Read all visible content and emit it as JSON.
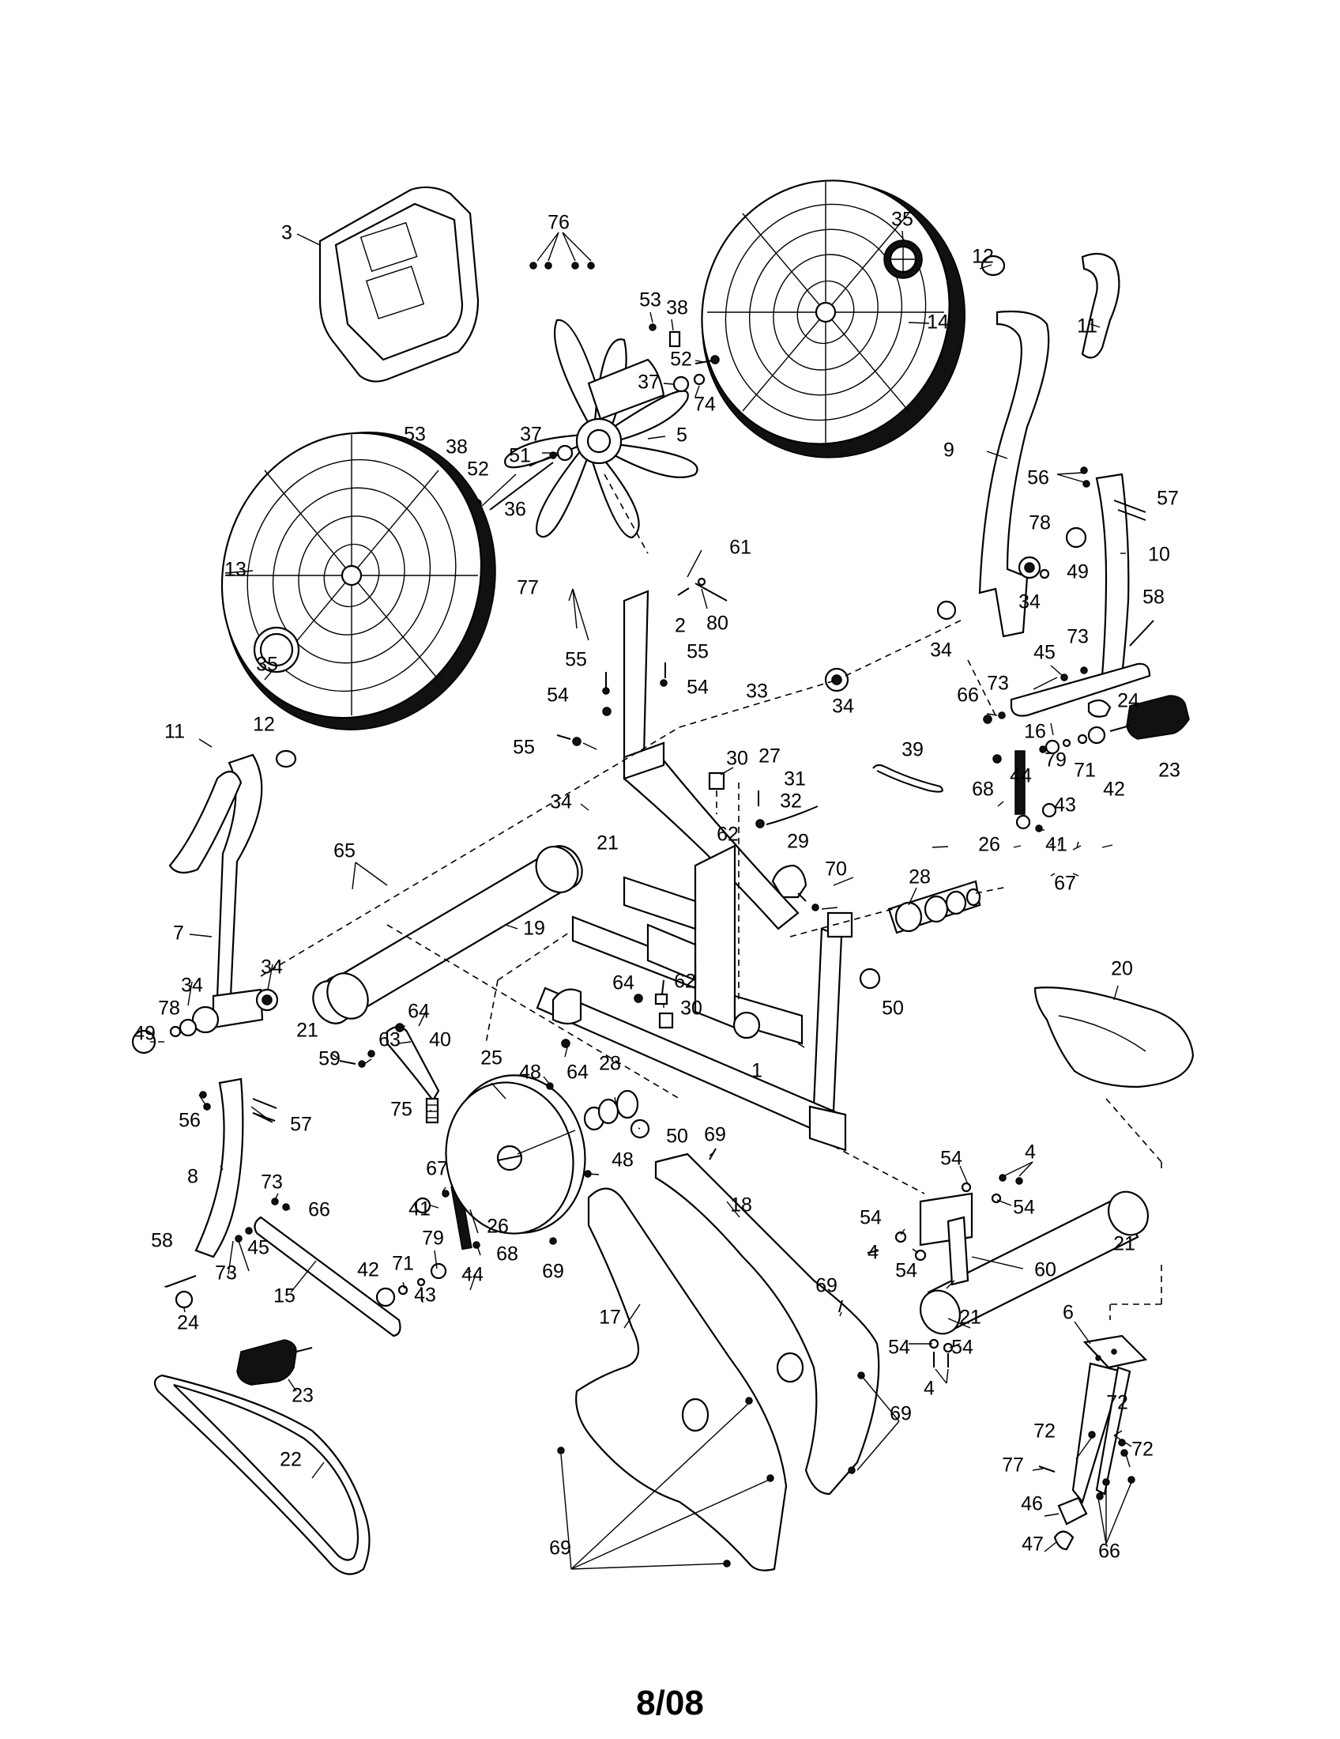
{
  "footer": {
    "date_code": "8/08"
  },
  "parts": [
    {
      "id": "p3",
      "label": "3"
    },
    {
      "id": "p76",
      "label": "76"
    },
    {
      "id": "p35a",
      "label": "35"
    },
    {
      "id": "p12a",
      "label": "12"
    },
    {
      "id": "p11a",
      "label": "11"
    },
    {
      "id": "p53a",
      "label": "53"
    },
    {
      "id": "p38a",
      "label": "38"
    },
    {
      "id": "p52a",
      "label": "52"
    },
    {
      "id": "p37a",
      "label": "37"
    },
    {
      "id": "p74",
      "label": "74"
    },
    {
      "id": "p14",
      "label": "14"
    },
    {
      "id": "p53b",
      "label": "53"
    },
    {
      "id": "p38b",
      "label": "38"
    },
    {
      "id": "p52b",
      "label": "52"
    },
    {
      "id": "p37b",
      "label": "37"
    },
    {
      "id": "p51",
      "label": "51"
    },
    {
      "id": "p5",
      "label": "5"
    },
    {
      "id": "p9",
      "label": "9"
    },
    {
      "id": "p56a",
      "label": "56"
    },
    {
      "id": "p57a",
      "label": "57"
    },
    {
      "id": "p36",
      "label": "36"
    },
    {
      "id": "p78a",
      "label": "78"
    },
    {
      "id": "p49a",
      "label": "49"
    },
    {
      "id": "p10",
      "label": "10"
    },
    {
      "id": "p13",
      "label": "13"
    },
    {
      "id": "p77a",
      "label": "77"
    },
    {
      "id": "p61",
      "label": "61"
    },
    {
      "id": "p80",
      "label": "80"
    },
    {
      "id": "p34a",
      "label": "34"
    },
    {
      "id": "p2",
      "label": "2"
    },
    {
      "id": "p58a",
      "label": "58"
    },
    {
      "id": "p35b",
      "label": "35"
    },
    {
      "id": "p55a",
      "label": "55"
    },
    {
      "id": "p55b",
      "label": "55"
    },
    {
      "id": "p34b",
      "label": "34"
    },
    {
      "id": "p73a",
      "label": "73"
    },
    {
      "id": "p45a",
      "label": "45"
    },
    {
      "id": "p54a",
      "label": "54"
    },
    {
      "id": "p54b",
      "label": "54"
    },
    {
      "id": "p33",
      "label": "33"
    },
    {
      "id": "p66a",
      "label": "66"
    },
    {
      "id": "p73b",
      "label": "73"
    },
    {
      "id": "p24a",
      "label": "24"
    },
    {
      "id": "p34c",
      "label": "34"
    },
    {
      "id": "p16",
      "label": "16"
    },
    {
      "id": "p12b",
      "label": "12"
    },
    {
      "id": "p55c",
      "label": "55"
    },
    {
      "id": "p30a",
      "label": "30"
    },
    {
      "id": "p27",
      "label": "27"
    },
    {
      "id": "p39",
      "label": "39"
    },
    {
      "id": "p71a",
      "label": "71"
    },
    {
      "id": "p23a",
      "label": "23"
    },
    {
      "id": "p11b",
      "label": "11"
    },
    {
      "id": "p31",
      "label": "31"
    },
    {
      "id": "p44a",
      "label": "44"
    },
    {
      "id": "p79a",
      "label": "79"
    },
    {
      "id": "p42a",
      "label": "42"
    },
    {
      "id": "p32",
      "label": "32"
    },
    {
      "id": "p68a",
      "label": "68"
    },
    {
      "id": "p43a",
      "label": "43"
    },
    {
      "id": "p34d",
      "label": "34"
    },
    {
      "id": "p62a",
      "label": "62"
    },
    {
      "id": "p26a",
      "label": "26"
    },
    {
      "id": "p41a",
      "label": "41"
    },
    {
      "id": "p21a",
      "label": "21"
    },
    {
      "id": "p29",
      "label": "29"
    },
    {
      "id": "p65",
      "label": "65"
    },
    {
      "id": "p67a",
      "label": "67"
    },
    {
      "id": "p70",
      "label": "70"
    },
    {
      "id": "p28a",
      "label": "28"
    },
    {
      "id": "p19",
      "label": "19"
    },
    {
      "id": "p7",
      "label": "7"
    },
    {
      "id": "p20",
      "label": "20"
    },
    {
      "id": "p34e",
      "label": "34"
    },
    {
      "id": "p34f",
      "label": "34"
    },
    {
      "id": "p64a",
      "label": "64"
    },
    {
      "id": "p62b",
      "label": "62"
    },
    {
      "id": "p50a",
      "label": "50"
    },
    {
      "id": "p21b",
      "label": "21"
    },
    {
      "id": "p30b",
      "label": "30"
    },
    {
      "id": "p78b",
      "label": "78"
    },
    {
      "id": "p64b",
      "label": "64"
    },
    {
      "id": "p63",
      "label": "63"
    },
    {
      "id": "p40",
      "label": "40"
    },
    {
      "id": "p49b",
      "label": "49"
    },
    {
      "id": "p59",
      "label": "59"
    },
    {
      "id": "p25",
      "label": "25"
    },
    {
      "id": "p64c",
      "label": "64"
    },
    {
      "id": "p48a",
      "label": "48"
    },
    {
      "id": "p1",
      "label": "1"
    },
    {
      "id": "p28b",
      "label": "28"
    },
    {
      "id": "p56b",
      "label": "56"
    },
    {
      "id": "p57b",
      "label": "57"
    },
    {
      "id": "p75",
      "label": "75"
    },
    {
      "id": "p69a",
      "label": "69"
    },
    {
      "id": "p50b",
      "label": "50"
    },
    {
      "id": "p48b",
      "label": "48"
    },
    {
      "id": "p4a",
      "label": "4"
    },
    {
      "id": "p54c",
      "label": "54"
    },
    {
      "id": "p54d",
      "label": "54"
    },
    {
      "id": "p67b",
      "label": "67"
    },
    {
      "id": "p18",
      "label": "18"
    },
    {
      "id": "p8",
      "label": "8"
    },
    {
      "id": "p73c",
      "label": "73"
    },
    {
      "id": "p66b",
      "label": "66"
    },
    {
      "id": "p41b",
      "label": "41"
    },
    {
      "id": "p26b",
      "label": "26"
    },
    {
      "id": "p54e",
      "label": "54"
    },
    {
      "id": "p21c",
      "label": "21"
    },
    {
      "id": "p79b",
      "label": "79"
    },
    {
      "id": "p4b",
      "label": "4"
    },
    {
      "id": "p54f",
      "label": "54"
    },
    {
      "id": "p58b",
      "label": "58"
    },
    {
      "id": "p45b",
      "label": "45"
    },
    {
      "id": "p68b",
      "label": "68"
    },
    {
      "id": "p69b",
      "label": "69"
    },
    {
      "id": "p71b",
      "label": "71"
    },
    {
      "id": "p60",
      "label": "60"
    },
    {
      "id": "p73d",
      "label": "73"
    },
    {
      "id": "p42b",
      "label": "42"
    },
    {
      "id": "p44b",
      "label": "44"
    },
    {
      "id": "p69c",
      "label": "69"
    },
    {
      "id": "p24b",
      "label": "24"
    },
    {
      "id": "p15",
      "label": "15"
    },
    {
      "id": "p43b",
      "label": "43"
    },
    {
      "id": "p21d",
      "label": "21"
    },
    {
      "id": "p17",
      "label": "17"
    },
    {
      "id": "p6",
      "label": "6"
    },
    {
      "id": "p54g",
      "label": "54"
    },
    {
      "id": "p54h",
      "label": "54"
    },
    {
      "id": "p23b",
      "label": "23"
    },
    {
      "id": "p4c",
      "label": "4"
    },
    {
      "id": "p72a",
      "label": "72"
    },
    {
      "id": "p69d",
      "label": "69"
    },
    {
      "id": "p72b",
      "label": "72"
    },
    {
      "id": "p72c",
      "label": "72"
    },
    {
      "id": "p22",
      "label": "22"
    },
    {
      "id": "p77b",
      "label": "77"
    },
    {
      "id": "p46",
      "label": "46"
    },
    {
      "id": "p47",
      "label": "47"
    },
    {
      "id": "p69e",
      "label": "69"
    },
    {
      "id": "p66c",
      "label": "66"
    }
  ]
}
